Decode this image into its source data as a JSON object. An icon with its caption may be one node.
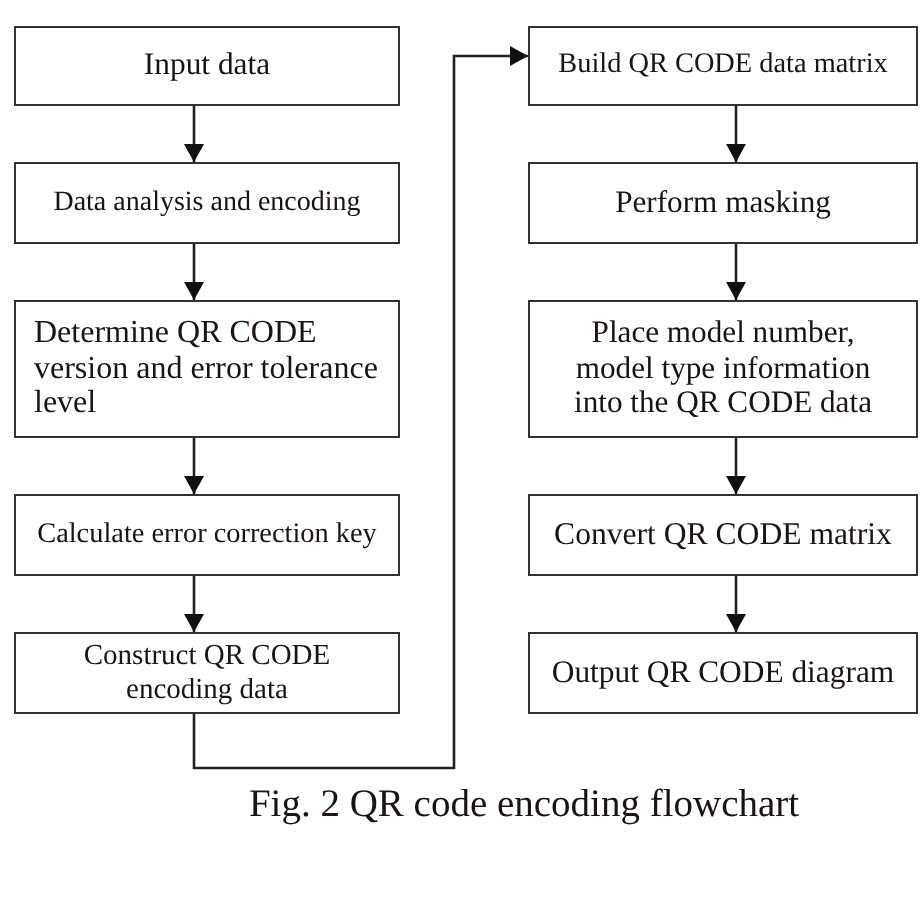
{
  "diagram": {
    "caption": "Fig. 2 QR code encoding flowchart",
    "nodes": [
      {
        "text": [
          "Input data"
        ]
      },
      {
        "text": [
          "Data analysis and encoding"
        ]
      },
      {
        "text": [
          "Determine QR CODE version and error tolerance level"
        ]
      },
      {
        "text": [
          "Calculate error correction key"
        ]
      },
      {
        "text": [
          "Construct QR CODE encoding data"
        ]
      },
      {
        "text": [
          "Build QR CODE data matrix"
        ]
      },
      {
        "text": [
          "Perform masking"
        ]
      },
      {
        "text": [
          "Place model number, model type information into the QR CODE data"
        ]
      },
      {
        "text": [
          "Convert QR CODE matrix"
        ]
      },
      {
        "text": [
          "Output QR CODE diagram"
        ]
      }
    ],
    "edges": [
      {
        "from": 0,
        "to": 1,
        "arrow": "to"
      },
      {
        "from": 1,
        "to": 2,
        "arrow": "to"
      },
      {
        "from": 2,
        "to": 3,
        "arrow": "to"
      },
      {
        "from": 3,
        "to": 4,
        "arrow": "to"
      },
      {
        "from": 4,
        "to": 5,
        "arrow": "to"
      },
      {
        "from": 5,
        "to": 6,
        "arrow": "to"
      },
      {
        "from": 6,
        "to": 7,
        "arrow": "to"
      },
      {
        "from": 7,
        "to": 8,
        "arrow": "to"
      },
      {
        "from": 8,
        "to": 9,
        "arrow": "to"
      }
    ]
  }
}
